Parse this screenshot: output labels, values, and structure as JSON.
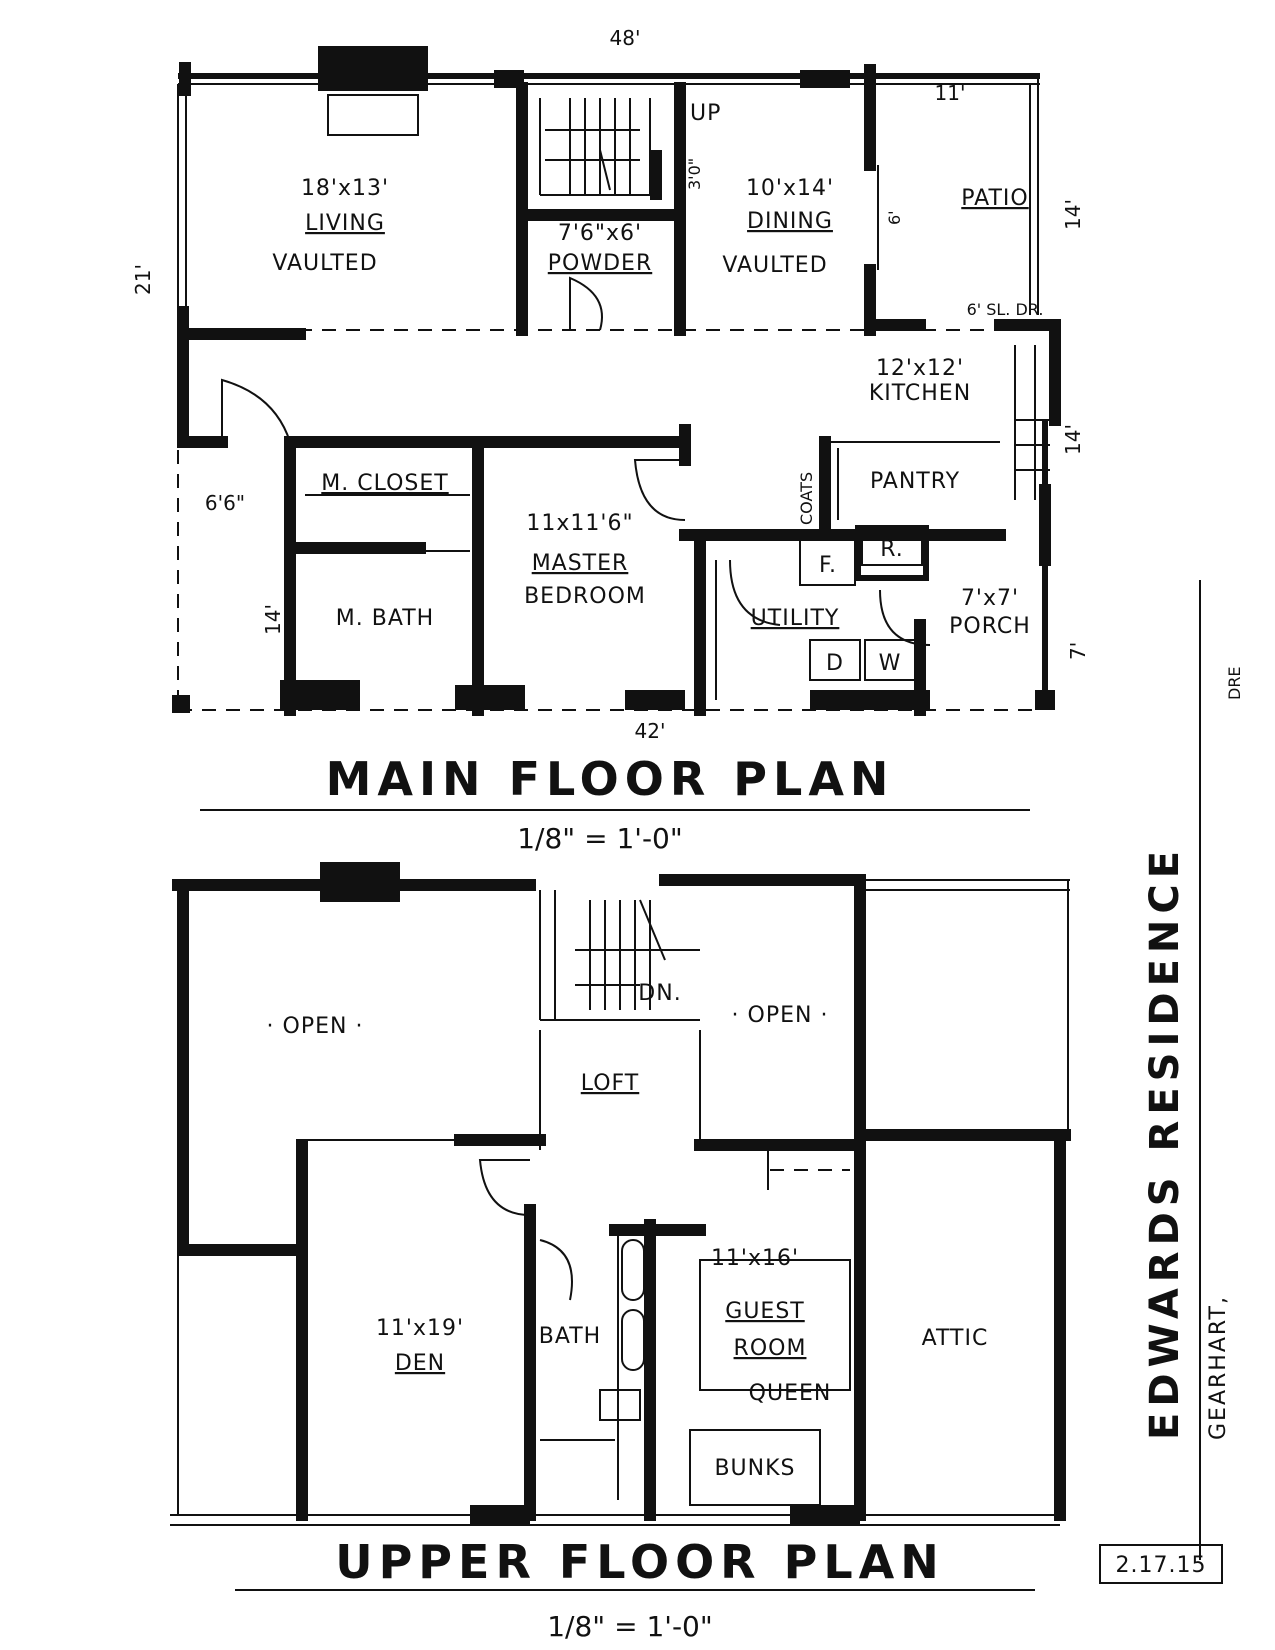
{
  "main_floor": {
    "title": "MAIN FLOOR PLAN",
    "scale": "1/8\" = 1'-0\"",
    "dims": {
      "top": "48'",
      "bottom": "42'",
      "left_upper": "21'",
      "left_lower": "14'",
      "left_step": "6'6\"",
      "right_patio": "14'",
      "right_kitchen": "14'",
      "right_porch": "7'",
      "patio_top": "11'",
      "dining_door": "3'0\"",
      "patio_side": "6'"
    },
    "rooms": {
      "living": {
        "size": "18'x13'",
        "name": "LIVING",
        "note": "VAULTED"
      },
      "powder": {
        "size": "7'6\"x6'",
        "name": "POWDER"
      },
      "dining": {
        "size": "10'x14'",
        "name": "DINING",
        "note": "VAULTED"
      },
      "patio": {
        "name": "PATIO"
      },
      "stair_label": "UP",
      "slider": "6' SL. DR.",
      "kitchen": {
        "size": "12'x12'",
        "name": "KITCHEN"
      },
      "closet": {
        "name": "M. CLOSET"
      },
      "bath": {
        "name": "M. BATH"
      },
      "master": {
        "size": "11x11'6\"",
        "name": "MASTER",
        "name2": "BEDROOM"
      },
      "coats": "COATS",
      "pantry": "PANTRY",
      "fridge": "F.",
      "range": "R.",
      "utility": "UTILITY",
      "dryer": "D",
      "washer": "W",
      "porch": {
        "size": "7'x7'",
        "name": "PORCH"
      }
    }
  },
  "upper_floor": {
    "title": "UPPER FLOOR PLAN",
    "scale": "1/8\" = 1'-0\"",
    "rooms": {
      "open_left": "· OPEN ·",
      "open_right": "· OPEN ·",
      "stair_label": "DN.",
      "loft": "LOFT",
      "den": {
        "size": "11'x19'",
        "name": "DEN"
      },
      "bath": "BATH",
      "guest": {
        "size": "11'x16'",
        "name": "GUEST",
        "name2": "ROOM",
        "note": "QUEEN"
      },
      "bunks": "BUNKS",
      "attic": "ATTIC"
    }
  },
  "sidebar": {
    "project": "EDWARDS RESIDENCE",
    "location": "GEARHART,",
    "initials": "DRE",
    "date": "2.17.15"
  }
}
